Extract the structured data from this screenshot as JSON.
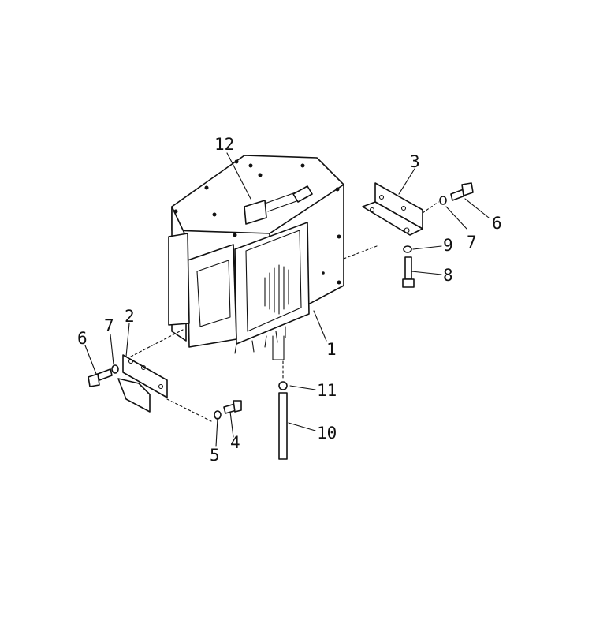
{
  "callouts": {
    "c1": "1",
    "c2": "2",
    "c3": "3",
    "c4": "4",
    "c5": "5",
    "c6_left": "6",
    "c6_right": "6",
    "c7_left": "7",
    "c7_right": "7",
    "c8": "8",
    "c9": "9",
    "c10": "10",
    "c11": "11",
    "c12": "12"
  }
}
